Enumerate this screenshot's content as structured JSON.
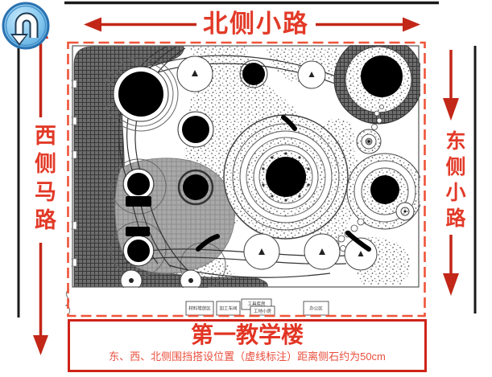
{
  "labels": {
    "north": "北侧小路",
    "west": "西侧马路",
    "east": "东侧小路"
  },
  "building": {
    "title": "第一教学楼",
    "note": "东、西、北侧围挡搭设位置（虚线标注）距离侧石约为50cm"
  },
  "plan": {
    "site_labels": [
      "材料堆放区",
      "加工车间",
      "工具库房",
      "工地小房",
      "办公区"
    ]
  },
  "icons": {
    "uturn": "u-turn-arrow-icon"
  },
  "colors": {
    "annotation_red": "#c22718",
    "text_red": "#e23a28",
    "dashed_red": "#ef5338",
    "icon_blue_fill": "#8cc9ef",
    "icon_blue_border": "#2a72b0"
  }
}
